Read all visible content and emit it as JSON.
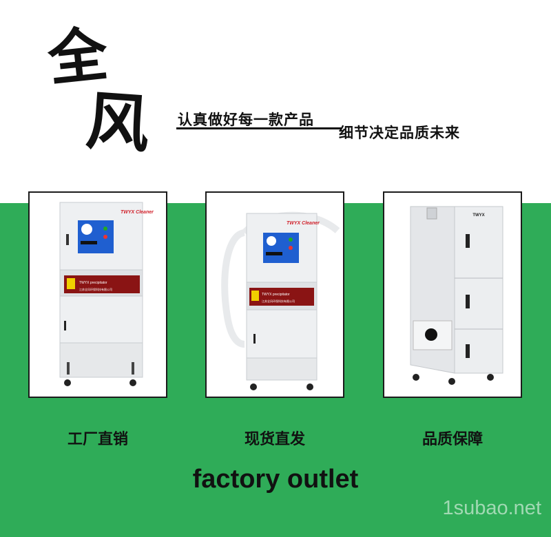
{
  "brand": {
    "char1": "全",
    "char2": "风"
  },
  "slogan": {
    "line1": "认真做好每一款产品",
    "line2": "细节决定品质未来"
  },
  "products": [
    {
      "label": "工厂直销",
      "logo": "TWYX Cleaner",
      "band_text": "TWYX precipitator",
      "maker": "江苏全风环保科技有限公司"
    },
    {
      "label": "现货直发",
      "logo": "TWYX Cleaner",
      "band_text": "TWYX precipitator",
      "maker": "江苏全风环保科技有限公司"
    },
    {
      "label": "品质保障",
      "logo": "TWYX"
    }
  ],
  "tagline": "factory outlet",
  "watermark": "1subao.net",
  "colors": {
    "green": "#2fac58",
    "panel_blue": "#1f5fd0",
    "logo_red": "#d0202a"
  }
}
